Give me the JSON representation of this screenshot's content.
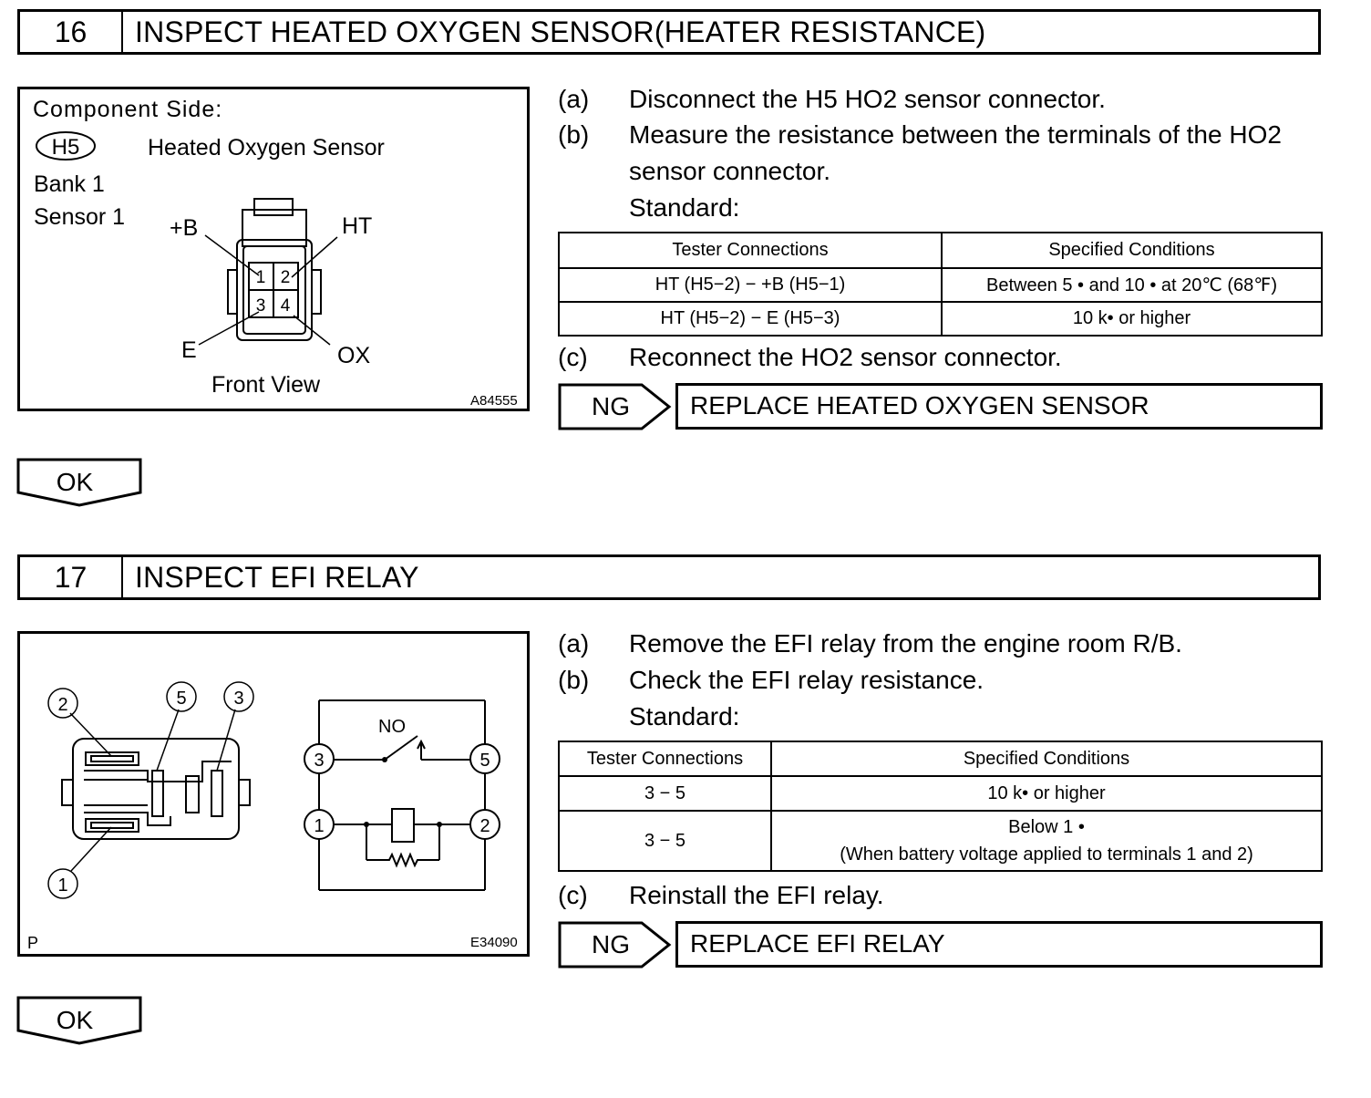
{
  "step16": {
    "number": "16",
    "title": "INSPECT HEATED OXYGEN SENSOR(HEATER RESISTANCE)",
    "figure": {
      "component_side": "Component Side:",
      "connector_code": "H5",
      "connector_name": "Heated Oxygen Sensor",
      "bank": "Bank 1",
      "sensor": "Sensor 1",
      "pin_labels": {
        "pb": "+B",
        "ht": "HT",
        "e": "E",
        "ox": "OX"
      },
      "pins": [
        "1",
        "2",
        "3",
        "4"
      ],
      "view": "Front View",
      "figure_id": "A84555"
    },
    "steps": [
      {
        "label": "(a)",
        "text": "Disconnect the H5 HO2 sensor connector."
      },
      {
        "label": "(b)",
        "text": "Measure the resistance between the terminals of the HO2",
        "text2": "sensor connector."
      },
      {
        "label": "(c)",
        "text": "Reconnect the HO2 sensor connector."
      }
    ],
    "standard_label": "Standard:",
    "table": {
      "headers": [
        "Tester Connections",
        "Specified Conditions"
      ],
      "rows": [
        [
          "HT (H5−2) − +B (H5−1)",
          "Between 5 •  and 10 •  at 20℃ (68℉)"
        ],
        [
          "HT (H5−2) − E (H5−3)",
          "10 k•  or higher"
        ]
      ]
    },
    "ng_label": "NG",
    "ng_action": "REPLACE HEATED OXYGEN SENSOR",
    "ok_label": "OK"
  },
  "step17": {
    "number": "17",
    "title": "INSPECT EFI RELAY",
    "figure": {
      "callouts": [
        "2",
        "5",
        "3",
        "1"
      ],
      "circuit_terminals": [
        "3",
        "5",
        "1",
        "2"
      ],
      "switch_label": "NO",
      "corner_mark": "P",
      "figure_id": "E34090"
    },
    "steps": [
      {
        "label": "(a)",
        "text": "Remove the EFI relay from the engine room R/B."
      },
      {
        "label": "(b)",
        "text": "Check the EFI relay resistance."
      },
      {
        "label": "(c)",
        "text": "Reinstall the EFI relay."
      }
    ],
    "standard_label": "Standard:",
    "table": {
      "headers": [
        "Tester Connections",
        "Specified Conditions"
      ],
      "rows": [
        [
          "3 − 5",
          "10 k•  or higher"
        ],
        [
          "3 − 5",
          "Below 1 •",
          "(When battery voltage applied to terminals 1 and 2)"
        ]
      ]
    },
    "ng_label": "NG",
    "ng_action": "REPLACE EFI RELAY",
    "ok_label": "OK"
  }
}
